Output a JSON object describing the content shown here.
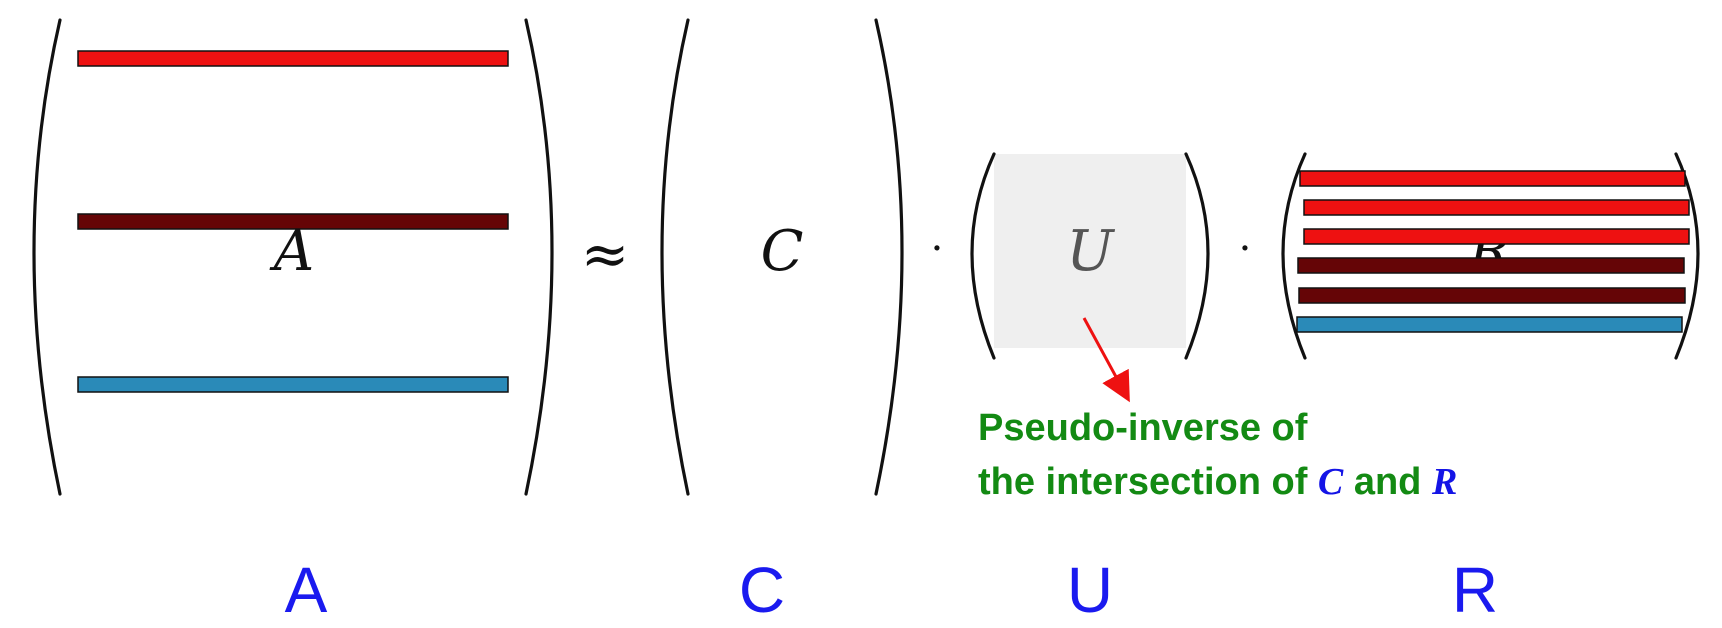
{
  "colors": {
    "red": "#ee1111",
    "darkred": "#650506",
    "blue": "#2a8ab8",
    "label_blue": "#1a1aef",
    "note_green": "#138a13",
    "arrow_red": "#ee1111",
    "u_fill": "#efefef"
  },
  "equation": {
    "a_symbol": "A",
    "approx_symbol": "≈",
    "c_symbol": "C",
    "dot1": "·",
    "u_symbol": "U",
    "dot2": "·",
    "r_symbol": "R"
  },
  "matrix_a_rows": [
    "red",
    "darkred",
    "blue"
  ],
  "matrix_r_rows": [
    "red",
    "red",
    "red",
    "darkred",
    "darkred",
    "blue"
  ],
  "annotation": {
    "line1": "Pseudo-inverse of",
    "line2_prefix": "the intersection of ",
    "var_c": "C",
    "conj": " and ",
    "var_r": "R"
  },
  "labels": {
    "a": "A",
    "c": "C",
    "u": "U",
    "r": "R"
  }
}
